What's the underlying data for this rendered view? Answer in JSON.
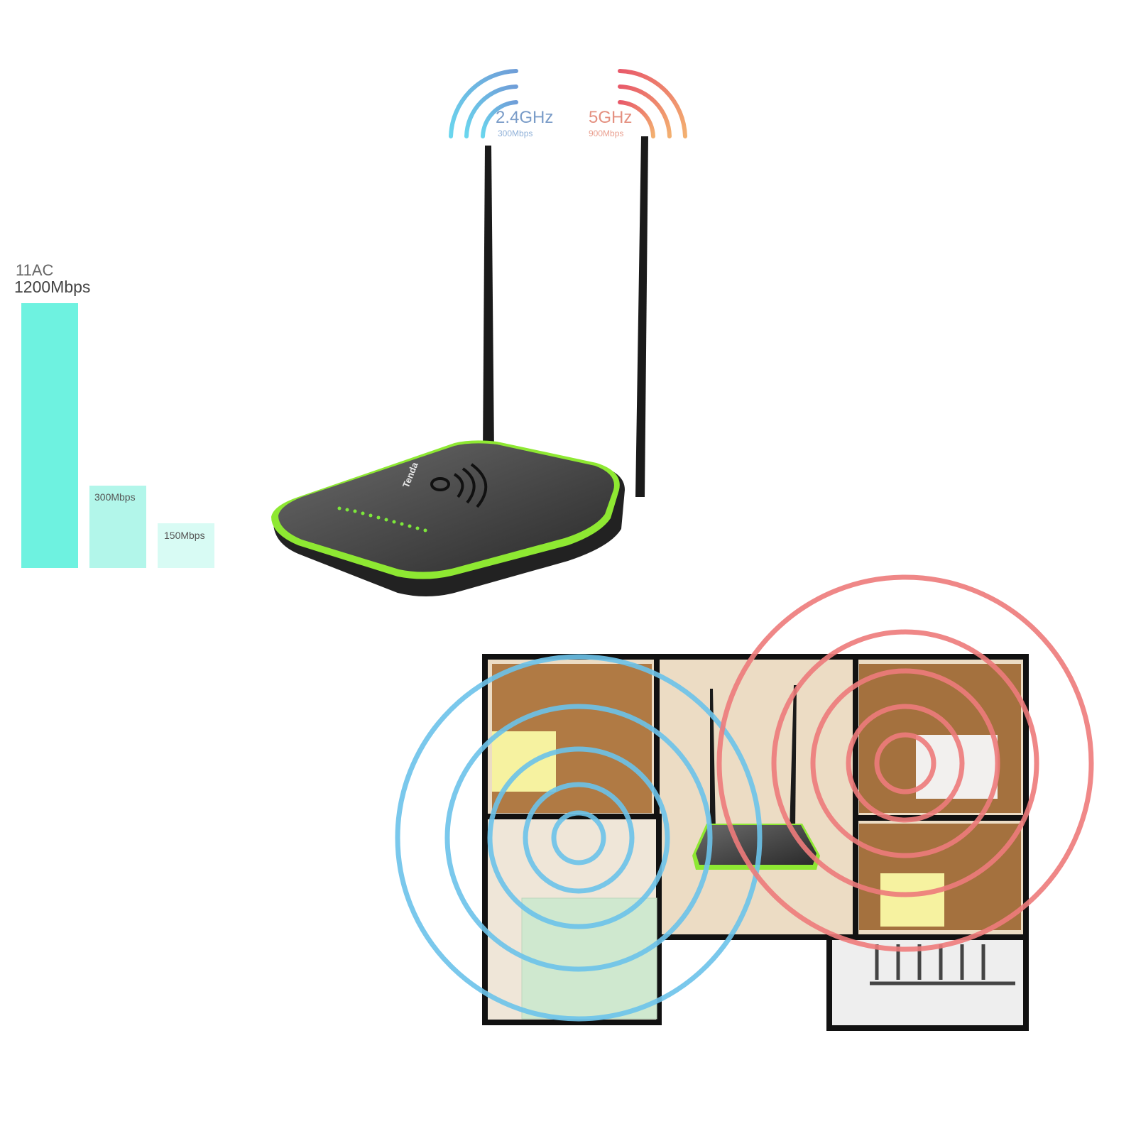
{
  "comparison": {
    "standard_label": "11AC",
    "bars": [
      {
        "label": "1200Mbps",
        "value": 1200,
        "color": "#6ef2e0"
      },
      {
        "label": "300Mbps",
        "value": 300,
        "color": "#b2f6ea"
      },
      {
        "label": "150Mbps",
        "value": 150,
        "color": "#d8fbf4"
      }
    ]
  },
  "bands": [
    {
      "name": "2.4GHz",
      "speed": "300Mbps",
      "color": "#6fa0d6"
    },
    {
      "name": "5GHz",
      "speed": "900Mbps",
      "color": "#e8826e"
    }
  ],
  "router": {
    "brand": "Tenda",
    "led_count": 12,
    "accent": "#8ee832"
  },
  "coverage": {
    "blue": "#6cc3ea",
    "red": "#ee7b7b"
  }
}
